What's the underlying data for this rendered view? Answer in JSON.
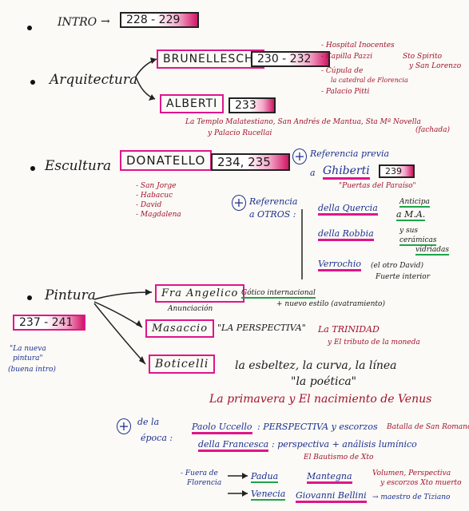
{
  "intro": {
    "label": "INTRO",
    "arrow": "→",
    "pages": "228 - 229"
  },
  "arquitectura": {
    "label": "Arquitectura",
    "brunelleschi": {
      "name": "BRUNELLESCHI",
      "pages": "230 - 232",
      "works": [
        "- Hospital Inocentes",
        "- Capilla Pazzi",
        "- Cúpula de",
        "la catedral de Florencia",
        "- Palacio Pitti"
      ],
      "works_side": [
        "Sto Spirito",
        "y San Lorenzo"
      ]
    },
    "alberti": {
      "name": "ALBERTI",
      "pages": "233",
      "works_line1": "La Templo Malatestiano, San Andrés de Mantua, Sta Mª Novella",
      "works_line1b": "(fachada)",
      "works_line2": "y Palacio Rucellai"
    }
  },
  "escultura": {
    "label": "Escultura",
    "donatello": {
      "name": "DONATELLO",
      "pages": "234, 235",
      "works": [
        "- San Jorge",
        "- Habacuc",
        "- David",
        "- Magdalena"
      ]
    },
    "plus": "+",
    "ref_previa": {
      "line1": "Referencia previa",
      "line2": "a",
      "name": "Ghiberti",
      "page": "239",
      "note": "\"Puertas del Paraíso\""
    },
    "ref_otros": {
      "line1": "Referencia",
      "line2": "a OTROS :"
    },
    "others": [
      {
        "name": "della Quercia",
        "note": "Anticipa",
        "note2": "a M.A."
      },
      {
        "name": "della Robbia",
        "note": "y sus",
        "note2": "cerámicas",
        "note3": "vidriadas"
      },
      {
        "name": "Verrochio",
        "note": "(el otro David)",
        "note2": "Fuerte interior"
      }
    ]
  },
  "pintura": {
    "label": "Pintura",
    "pages": "237 - 241",
    "side_note": [
      "\"La nueva",
      "pintura\"",
      "(buena intro)"
    ],
    "fra_angelico": {
      "name": "Fra Angelico",
      "sub": "Anunciación",
      "note1": "Gótico internacional",
      "note2": "+ nuevo estilo (avatramiento)"
    },
    "masaccio": {
      "name": "Masaccio",
      "note": "\"LA PERSPECTIVA\"",
      "note2": "La TRINIDAD",
      "note3": "y El tributo de la moneda"
    },
    "boticelli": {
      "name": "Boticelli",
      "line1": "la esbeltez, la curva, la línea",
      "line2": "\"la poética\"",
      "line3": "La primavera y El nacimiento de Venus"
    }
  },
  "epoca": {
    "plus": "+",
    "label1": "de la",
    "label2": "época :",
    "rows": [
      {
        "name": "Paolo Uccello",
        "desc": ": PERSPECTIVA y escorzos",
        "note": "Batalla de San Romano"
      },
      {
        "name": "della Francesca",
        "desc": ": perspectiva + análisis lumínico",
        "note": "El Bautismo de Xto"
      }
    ],
    "fuera": {
      "line1": "- Fuera de",
      "line2": "Florencia",
      "padua": "Padua",
      "mantegna": "Mantegna",
      "mantegna_note1": "Volumen, Perspectiva",
      "mantegna_note2": "y escorzos   Xto muerto",
      "venecia": "Venecia",
      "bellini": "Giovanni Bellini",
      "bellini_note": "→ maestro de Tiziano"
    }
  }
}
